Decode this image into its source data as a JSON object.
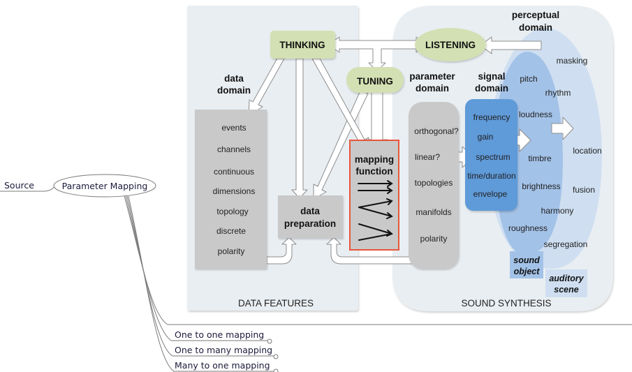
{
  "mindmap": {
    "source_label": "Source",
    "central_node": "Parameter Mapping",
    "children": [
      {
        "label": "One to one mapping"
      },
      {
        "label": "One to many mapping"
      },
      {
        "label": "Many to one mapping"
      }
    ]
  },
  "diagram": {
    "colors": {
      "panel_bg": "#e9eef2",
      "green_node": "#d3e0b3",
      "gray_box": "#c9c9c9",
      "signal_blue": "#5f9ad9",
      "object_blue": "#a3c2e8",
      "scene_blue": "#cfdff1",
      "mapping_border": "#e8553b"
    },
    "panels": {
      "data_features": "DATA FEATURES",
      "sound_synthesis": "SOUND SYNTHESIS"
    },
    "nodes": {
      "thinking": "THINKING",
      "listening": "LISTENING",
      "tuning": "TUNING"
    },
    "domains": {
      "data": [
        "data",
        "domain"
      ],
      "parameter": [
        "parameter",
        "domain"
      ],
      "signal": [
        "signal",
        "domain"
      ],
      "perceptual": [
        "perceptual",
        "domain"
      ]
    },
    "data_items": [
      "events",
      "channels",
      "continuous",
      "dimensions",
      "topology",
      "discrete",
      "polarity"
    ],
    "data_preparation": [
      "data",
      "preparation"
    ],
    "mapping_function": [
      "mapping",
      "function"
    ],
    "parameter_items": [
      "orthogonal?",
      "linear?",
      "topologies",
      "manifolds",
      "polarity"
    ],
    "signal_items": [
      "frequency",
      "gain",
      "spectrum",
      "time/duration",
      "envelope"
    ],
    "object_items": [
      "pitch",
      "rhythm",
      "loudness",
      "timbre",
      "brightness",
      "harmony",
      "roughness"
    ],
    "scene_items": [
      "masking",
      "location",
      "fusion",
      "segregation"
    ],
    "sound_object": [
      "sound",
      "object"
    ],
    "auditory_scene": [
      "auditory",
      "scene"
    ]
  }
}
